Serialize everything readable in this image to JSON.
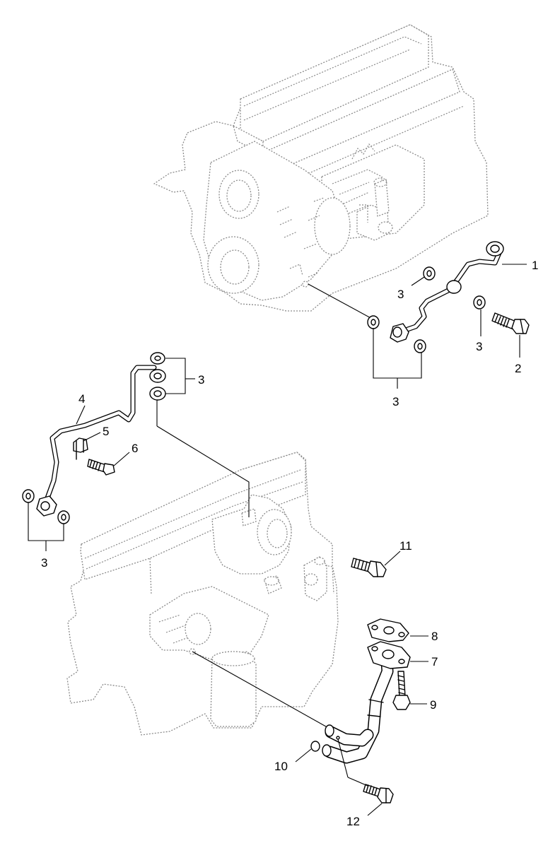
{
  "callouts": {
    "c1": "1",
    "c2": "2",
    "c3a": "3",
    "c3b": "3",
    "c3c": "3",
    "c3d": "3",
    "c3e": "3",
    "c4": "4",
    "c5": "5",
    "c6": "6",
    "c7": "7",
    "c8": "8",
    "c9": "9",
    "c10": "10",
    "c11": "11",
    "c12": "12"
  },
  "colors": {
    "line": "#000000",
    "engine_outline": "#8a8a8a",
    "background": "#ffffff"
  }
}
